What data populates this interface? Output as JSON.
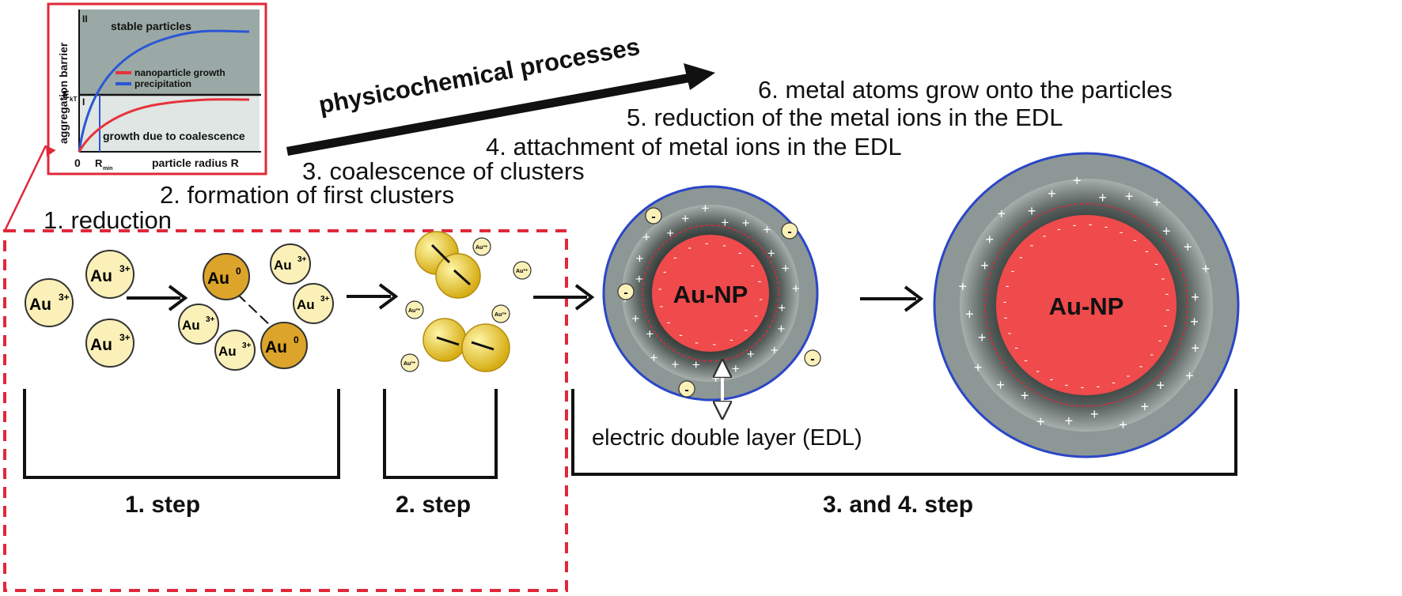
{
  "inset_chart": {
    "region_ii": "II",
    "region_i": "I",
    "ylabel": "aggregation barrier",
    "xlabel": "particle radius R",
    "origin": "0",
    "ekt_main": "E",
    "ekt_sub": "kT",
    "rmin_main": "R",
    "rmin_sub": "min",
    "stable_label": "stable particles",
    "coalescence_label": "growth due to coalescence",
    "legend": [
      {
        "name": "nanoparticle growth",
        "color": "#e8323c"
      },
      {
        "name": "precipitation",
        "color": "#2a56d6"
      }
    ],
    "colors": {
      "upper_region": "#9aa9a5",
      "lower_region": "#dfe6e3",
      "frame": "#e0283a"
    }
  },
  "processes": {
    "arrow_label": "physicochemical processes",
    "steps": [
      "1. reduction",
      "2. formation of first clusters",
      "3. coalescence of clusters",
      "4. attachment of metal ions in the EDL",
      "5. reduction of the metal ions in the EDL",
      "6. metal atoms grow onto the particles"
    ]
  },
  "ions": {
    "au3_main": "Au",
    "au3_sup": "3+",
    "au0_main": "Au",
    "au0_sup": "0",
    "small_label": "Au³⁺"
  },
  "particles": {
    "left_label": "Au-NP",
    "right_label": "Au-NP",
    "edl_label": "electric double layer (EDL)",
    "plus_sign": "+",
    "minus_sign": "-"
  },
  "step_labels": {
    "step1": "1. step",
    "step2": "2. step",
    "step34": "3. and 4. step"
  },
  "colors": {
    "dashed_box": "#e0283a",
    "au3_fill": "#fbf1b8",
    "au0_fill": "#dca42a",
    "np_core": "#ef4a4c",
    "edl_outer": "#8d9795",
    "edl_inner": "#1c2220",
    "outer_ring": "#2a46c8",
    "cluster": "#f0cf33"
  }
}
